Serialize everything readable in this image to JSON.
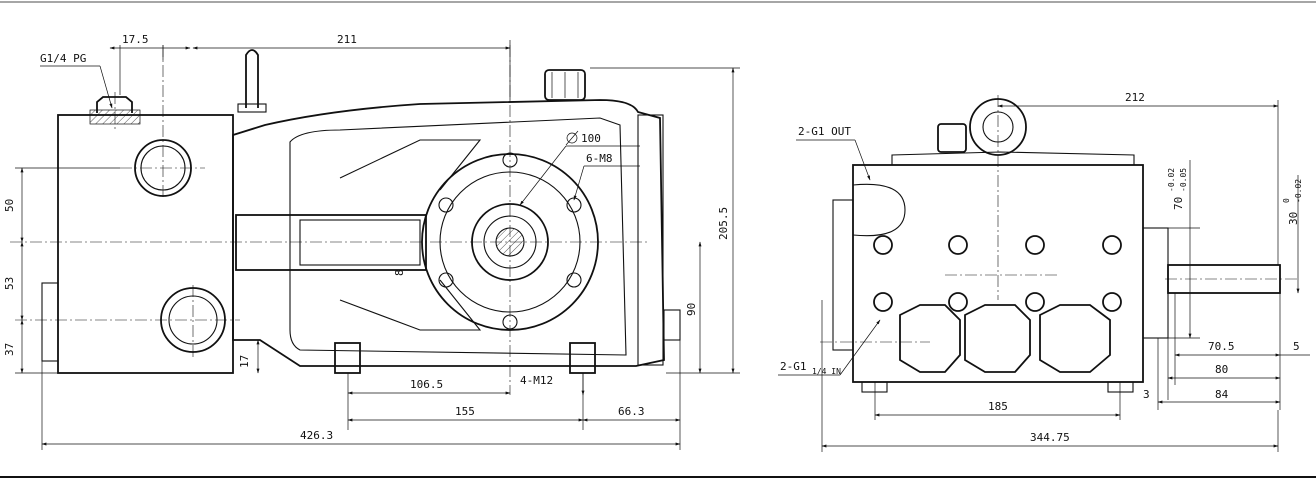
{
  "diagram": {
    "views": [
      "side-view",
      "end-view"
    ],
    "side_view": {
      "callouts": {
        "inlet_port": "G1/4 PG",
        "shaft_diameter": "100",
        "bolt_holes": "6-M8",
        "feet_holes": "4-M12",
        "key_width": "8"
      },
      "dimensions": {
        "top_offset": "17.5",
        "top_length": "211",
        "height": "205.5",
        "left_50": "50",
        "left_53": "53",
        "left_37": "37",
        "foot_17": "17",
        "right_90": "90",
        "d_106_5": "106.5",
        "d_155": "155",
        "d_66_3": "66.3",
        "d_426_3": "426.3"
      }
    },
    "end_view": {
      "callouts": {
        "outlet": "2-G1 OUT",
        "inlet": "2-G1",
        "inlet_suffix": "1/4 IN",
        "diam_70": "70",
        "tol_70_hi": "-0.02",
        "tol_70_lo": "-0.05",
        "diam_30": "30",
        "tol_30_hi": "0",
        "tol_30_lo": "-0.02"
      },
      "dimensions": {
        "width_212": "212",
        "d_70_5": "70.5",
        "d_5": "5",
        "d_80": "80",
        "d_3": "3",
        "d_84": "84",
        "d_185": "185",
        "d_344_75": "344.75"
      }
    }
  }
}
